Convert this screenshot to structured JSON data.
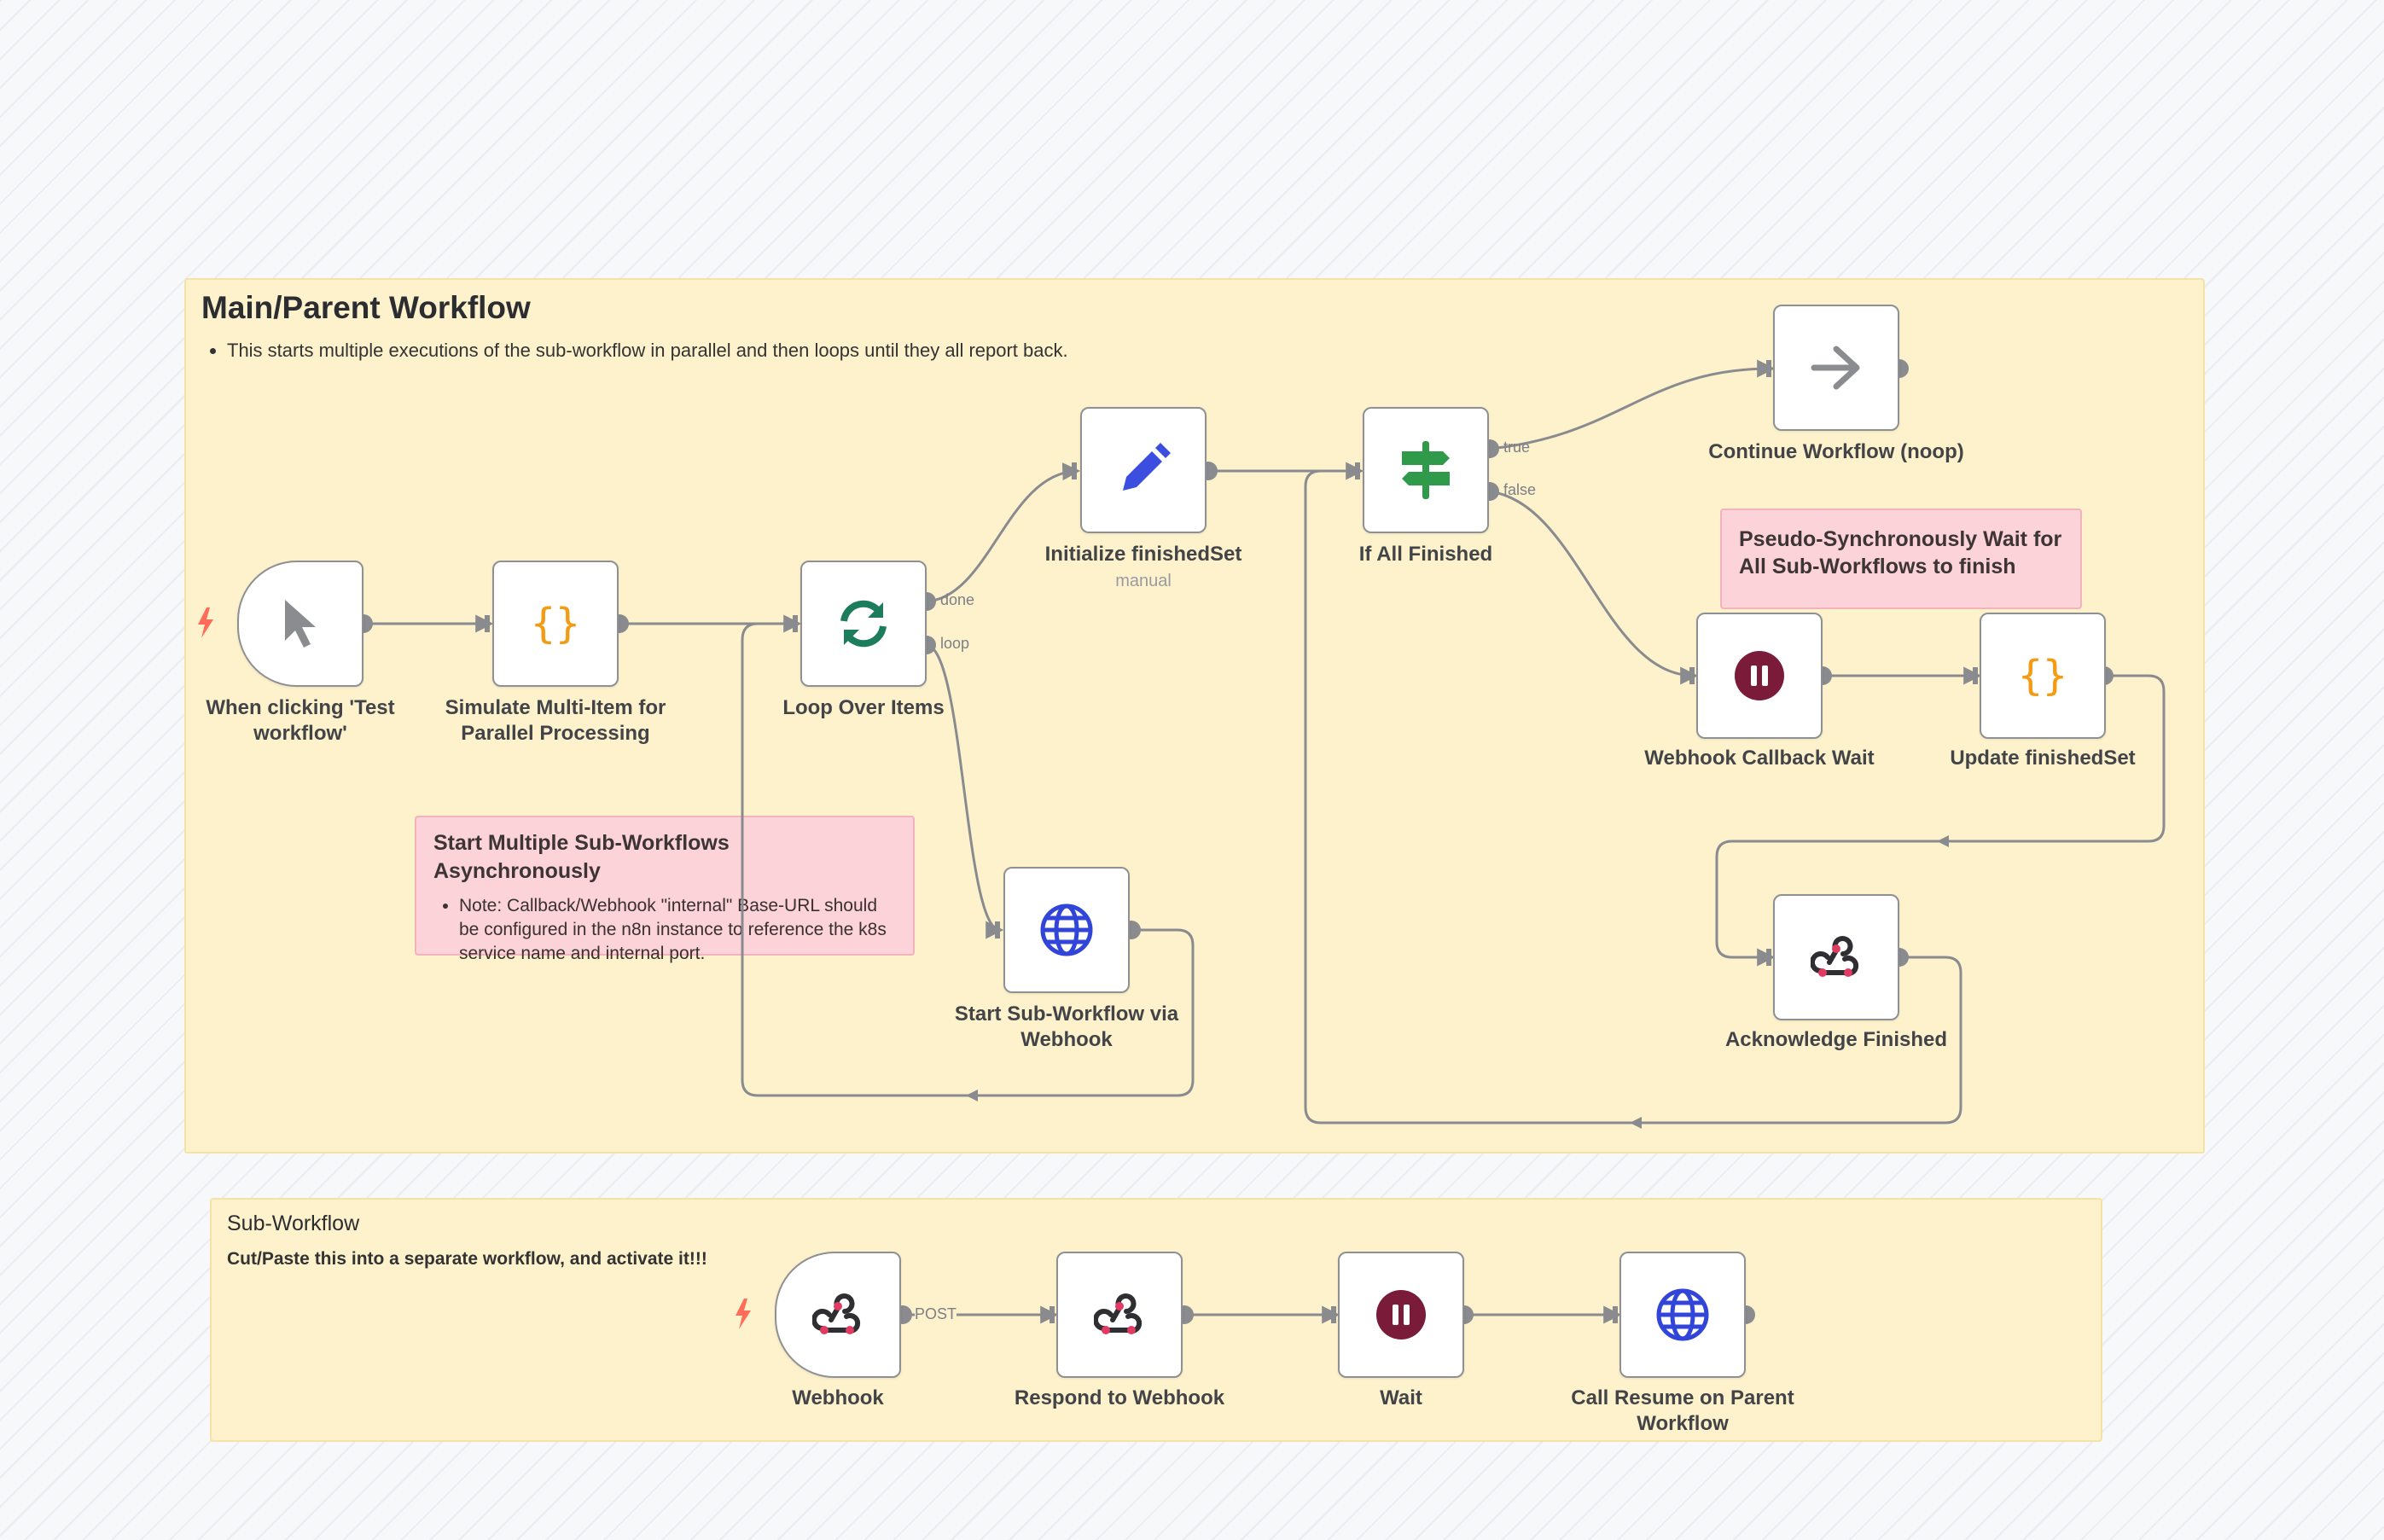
{
  "groups": {
    "main": {
      "title": "Main/Parent Workflow",
      "description": "This starts multiple executions of the sub-workflow in parallel and then loops until they all report back."
    },
    "sub": {
      "title": "Sub-Workflow",
      "description": "Cut/Paste this into a separate workflow, and activate it!!!"
    }
  },
  "stickies": {
    "start_multiple": {
      "title": "Start Multiple Sub-Workflows Asynchronously",
      "note": "Note: Callback/Webhook \"internal\" Base-URL should be configured in the n8n instance to reference the k8s service name and internal port."
    },
    "pseudo_sync": {
      "title": "Pseudo-Synchronously Wait for All Sub-Workflows to finish"
    }
  },
  "nodes": {
    "manual_trigger": {
      "label": "When clicking 'Test workflow'",
      "icon": "cursor-icon"
    },
    "simulate": {
      "label": "Simulate Multi-Item for Parallel Processing",
      "icon": "code-braces-icon"
    },
    "loop": {
      "label": "Loop Over Items",
      "icon": "loop-icon"
    },
    "init_set": {
      "label": "Initialize finishedSet",
      "sublabel": "manual",
      "icon": "pencil-icon"
    },
    "if_finished": {
      "label": "If All Finished",
      "icon": "signpost-icon"
    },
    "continue": {
      "label": "Continue Workflow (noop)",
      "icon": "arrow-right-icon"
    },
    "callback_wait": {
      "label": "Webhook Callback Wait",
      "icon": "pause-icon"
    },
    "update_set": {
      "label": "Update finishedSet",
      "icon": "code-braces-icon"
    },
    "ack_finished": {
      "label": "Acknowledge Finished",
      "icon": "webhook-icon"
    },
    "start_sub": {
      "label": "Start Sub-Workflow via Webhook",
      "icon": "globe-icon"
    },
    "webhook": {
      "label": "Webhook",
      "icon": "webhook-icon"
    },
    "respond": {
      "label": "Respond to Webhook",
      "icon": "webhook-icon"
    },
    "wait": {
      "label": "Wait",
      "icon": "pause-icon"
    },
    "call_resume": {
      "label": "Call Resume on Parent Workflow",
      "icon": "globe-icon"
    }
  },
  "port_labels": {
    "done": "done",
    "loop": "loop",
    "true": "true",
    "false": "false",
    "post": "POST"
  },
  "colors": {
    "group_bg": "#fdf2cc",
    "sticky_bg": "#fbd3d9",
    "edge": "#8a8b8f",
    "trigger_bolt": "#ff6d5a",
    "code": "#f29b13",
    "loop": "#1d7c5b",
    "pencil": "#3b4ee0",
    "if": "#2f9a4a",
    "pause": "#7a1b3a",
    "globe": "#3145d8"
  }
}
